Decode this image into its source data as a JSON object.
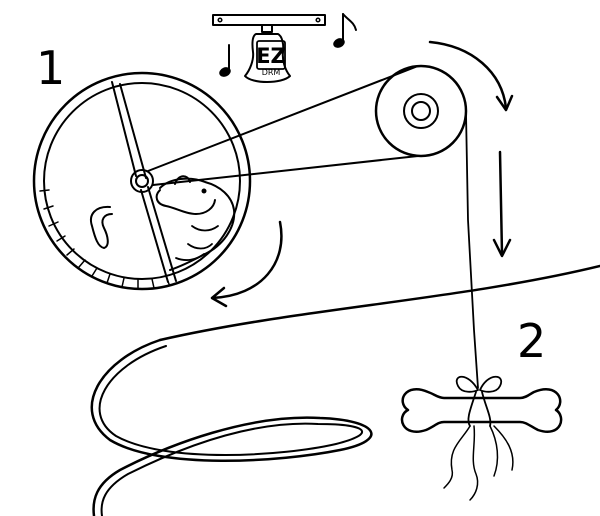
{
  "labels": {
    "step_1": "1",
    "step_2": "2"
  },
  "bell": {
    "logo_text": "EZ",
    "logo_subtext": "DRM"
  },
  "colors": {
    "ink": "#000000",
    "background": "#ffffff"
  }
}
